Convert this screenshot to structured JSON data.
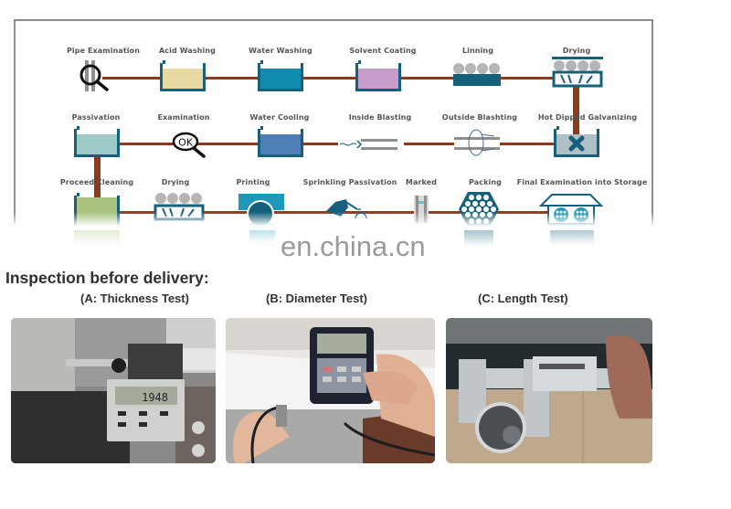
{
  "process_flow": {
    "row1": [
      {
        "label": "Pipe Examination",
        "icon": "magnifier-pipe-icon"
      },
      {
        "label": "Acid Washing",
        "icon": "tank-icon",
        "color": "#e8d9a3"
      },
      {
        "label": "Water Washing",
        "icon": "tank-icon",
        "color": "#0f8db0"
      },
      {
        "label": "Solvent Coating",
        "icon": "tank-icon",
        "color": "#c89dcb"
      },
      {
        "label": "Linning",
        "icon": "rollers-icon"
      },
      {
        "label": "Drying",
        "icon": "drying-oven-icon"
      }
    ],
    "row2": [
      {
        "label": "Passivation",
        "icon": "tank-icon",
        "color": "#9ccac6"
      },
      {
        "label": "Examination",
        "icon": "ok-magnifier-icon",
        "badge": "OK"
      },
      {
        "label": "Water Cooling",
        "icon": "tank-icon",
        "color": "#4f7fb8"
      },
      {
        "label": "Inside Blasting",
        "icon": "inside-blast-icon"
      },
      {
        "label": "Outside Blashting",
        "icon": "outside-blast-icon"
      },
      {
        "label": "Hot Dipped Galvanizing",
        "icon": "galvanizing-tank-icon",
        "color": "#aebfc7"
      }
    ],
    "row3": [
      {
        "label": "Proceed Cleaning",
        "icon": "tank-icon",
        "color": "#a9c27f"
      },
      {
        "label": "Drying",
        "icon": "drying-oven-icon"
      },
      {
        "label": "Printing",
        "icon": "printing-roller-icon"
      },
      {
        "label": "Sprinkling Passivation",
        "icon": "sprinkler-icon"
      },
      {
        "label": "Marked",
        "icon": "marked-pipe-icon"
      },
      {
        "label": "Packing",
        "icon": "pipe-bundle-icon"
      },
      {
        "label": "Final Examination into Storage",
        "icon": "warehouse-icon"
      }
    ],
    "colors": {
      "flow_line": "#8b3a1e",
      "icon_outline": "#15607a",
      "frame": "#8c8c8c"
    }
  },
  "watermark": "en.china.cn",
  "inspection": {
    "title": "Inspection before delivery:",
    "tests": [
      {
        "caption": "(A: Thickness Test)",
        "photo": "micrometer-photo"
      },
      {
        "caption": "(B: Diameter Test)",
        "photo": "thickness-gauge-photo"
      },
      {
        "caption": "(C: Length Test)",
        "photo": "vernier-caliper-photo"
      }
    ]
  }
}
